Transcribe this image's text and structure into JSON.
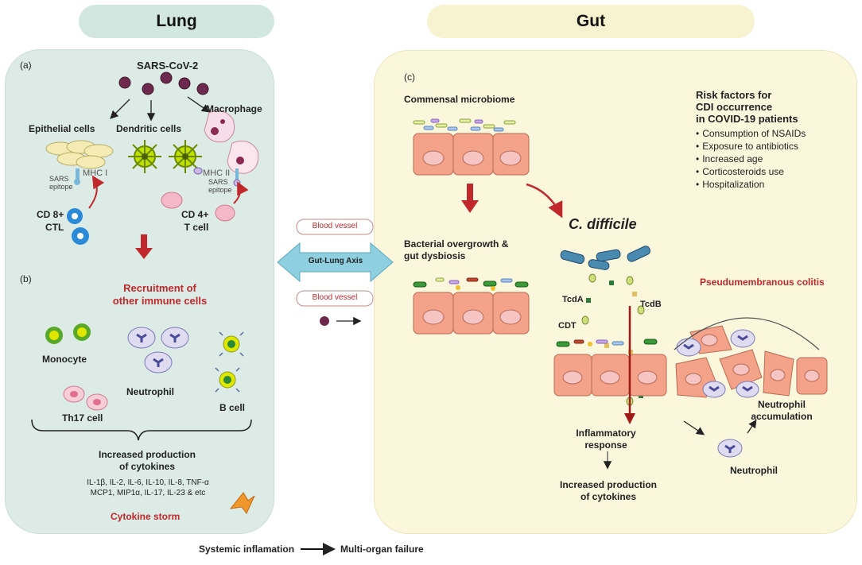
{
  "lung": {
    "header": "Lung",
    "a": {
      "label": "(a)",
      "virus": "SARS-CoV-2",
      "epithelial": "Epithelial cells",
      "dendritic": "Dendritic cells",
      "macrophage": "Macrophage",
      "mhc1": "MHC I",
      "mhc2": "MHC II",
      "sars_epitope_1": "SARS\nepitope",
      "sars_epitope_2": "SARS\nepitope",
      "cd8": "CD 8+\nCTL",
      "cd4": "CD 4+\nT cell"
    },
    "b": {
      "label": "(b)",
      "recruitment": "Recruitment of\nother immune cells",
      "monocyte": "Monocyte",
      "neutrophil": "Neutrophil",
      "bcell": "B cell",
      "th17": "Th17 cell",
      "cytokines_title": "Increased production\nof cytokines",
      "cytokines_list": "IL-1β, IL-2, IL-6, IL-10, IL-8, TNF-α\nMCP1, MIP1α, IL-17, IL-23 & etc",
      "storm": "Cytokine storm"
    }
  },
  "axis": {
    "blood_vessel_1": "Blood vessel",
    "blood_vessel_2": "Blood vessel",
    "label": "Gut-Lung Axis"
  },
  "gut": {
    "header": "Gut",
    "c_label": "(c)",
    "commensal": "Commensal microbiome",
    "overgrowth": "Bacterial overgrowth &\ngut dysbiosis",
    "cdiff": "C. difficile",
    "tcda": "TcdA",
    "tcdb": "TcdB",
    "cdt": "CDT",
    "pseudo": "Pseudumembranous colitis",
    "inflammatory": "Inflammatory\nresponse",
    "increased": "Increased production\nof cytokines",
    "neut_accum": "Neutrophil\naccumulation",
    "neutrophil": "Neutrophil",
    "risk_title": "Risk factors for\nCDI occurrence\nin COVID-19 patients",
    "risk_items": [
      "Consumption of NSAIDs",
      "Exposure to antibiotics",
      "Increased age",
      "Corticosteroids use",
      "Hospitalization"
    ]
  },
  "bottom": {
    "systemic": "Systemic inflamation",
    "failure": "Multi-organ failure"
  },
  "colors": {
    "lung_bg": "#dcebe6",
    "lung_header": "#d3e7e1",
    "gut_bg": "#fbf7dc",
    "gut_header": "#f7f2d0",
    "accent_red": "#c0282c",
    "axis_blue": "#8fd0e0"
  }
}
